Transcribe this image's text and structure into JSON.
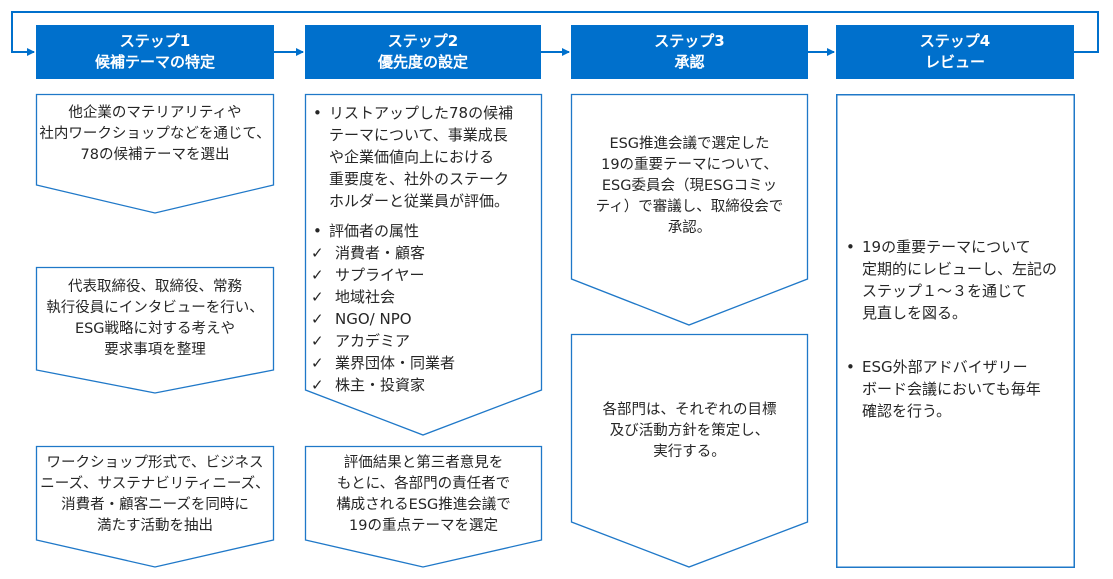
{
  "colors": {
    "header_fill": "#0070cc",
    "header_text": "#ffffff",
    "border": "#1f78c8",
    "connector": "#0070cc",
    "body_text": "#262626"
  },
  "steps": [
    {
      "title_line1": "ステップ1",
      "title_line2": "候補テーマの特定",
      "panels": [
        {
          "lines": [
            "他企業のマテリアリティや",
            "社内ワークショップなどを通じて、",
            "78の候補テーマを選出"
          ]
        },
        {
          "lines": [
            "代表取締役、取締役、常務",
            "執行役員にインタビューを行い、",
            "ESG戦略に対する考えや",
            "要求事項を整理"
          ]
        },
        {
          "lines": [
            "ワークショップ形式で、ビジネス",
            "ニーズ、サステナビリティニーズ、",
            "消費者・顧客ニーズを同時に",
            "満たす活動を抽出"
          ]
        }
      ]
    },
    {
      "title_line1": "ステップ2",
      "title_line2": "優先度の設定",
      "panels": [
        {
          "bullet1_lines": [
            "リストアップした78の候補",
            "テーマについて、事業成長",
            "や企業価値向上における",
            "重要度を、社外のステーク",
            "ホルダーと従業員が評価。"
          ],
          "bullet2_label": "評価者の属性",
          "check_icon": "✓",
          "evaluators": [
            "消費者・顧客",
            "サプライヤー",
            "地域社会",
            "NGO/ NPO",
            "アカデミア",
            "業界団体・同業者",
            "株主・投資家"
          ]
        },
        {
          "lines": [
            "評価結果と第三者意見を",
            "もとに、各部門の責任者で",
            "構成されるESG推進会議で",
            "19の重点テーマを選定"
          ]
        }
      ]
    },
    {
      "title_line1": "ステップ3",
      "title_line2": "承認",
      "panels": [
        {
          "lines": [
            "ESG推進会議で選定した",
            "19の重要テーマについて、",
            "ESG委員会（現ESGコミッ",
            "ティ）で審議し、取締役会で",
            "承認。"
          ]
        },
        {
          "lines": [
            "各部門は、それぞれの目標",
            "及び活動方針を策定し、",
            "実行する。"
          ]
        }
      ]
    },
    {
      "title_line1": "ステップ4",
      "title_line2": "レビュー",
      "panels": [
        {
          "bullets": [
            {
              "lines": [
                "19の重要テーマについて",
                "定期的にレビューし、左記の",
                "ステップ１～３を通じて",
                "見直しを図る。"
              ]
            },
            {
              "lines": [
                "ESG外部アドバイザリー",
                "ボード会議においても毎年",
                "確認を行う。"
              ]
            }
          ]
        }
      ]
    }
  ]
}
